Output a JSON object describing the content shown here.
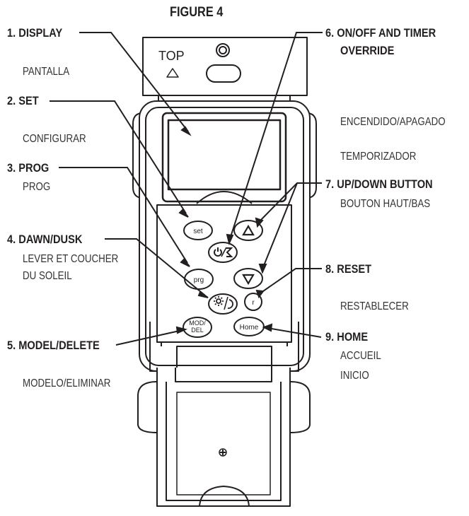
{
  "figure_title": "FIGURE 4",
  "device": {
    "top_label": "TOP",
    "buttons": {
      "set": "set",
      "prg": "prg",
      "mod_line1": "MOD/",
      "mod_line2": "DEL",
      "home": "Home",
      "reset": "r"
    }
  },
  "left_labels": [
    {
      "title": "1. DISPLAY",
      "sub1": "PANTALLA",
      "sub2": ""
    },
    {
      "title": "2. SET",
      "sub1": "CONFIGURAR",
      "sub2": ""
    },
    {
      "title": "3. PROG",
      "sub1": "PROG",
      "sub2": ""
    },
    {
      "title": "4. DAWN/DUSK",
      "sub1": "LEVER ET COUCHER",
      "sub2": "DU SOLEIL"
    },
    {
      "title": "5. MODEL/DELETE",
      "sub1": "MODELO/ELIMINAR",
      "sub2": ""
    }
  ],
  "right_labels": [
    {
      "title1": "6. ON/OFF AND TIMER",
      "title2": "OVERRIDE",
      "sub1": "ENCENDIDO/APAGADO",
      "sub2": "TEMPORIZADOR"
    },
    {
      "title1": "7. UP/DOWN BUTTON",
      "title2": "",
      "sub1": "BOUTON HAUT/BAS",
      "sub2": ""
    },
    {
      "title1": "8. RESET",
      "title2": "",
      "sub1": "RESTABLECER",
      "sub2": ""
    },
    {
      "title1": "9. HOME",
      "title2": "",
      "sub1": "ACCUEIL",
      "sub2": "INICIO"
    }
  ]
}
